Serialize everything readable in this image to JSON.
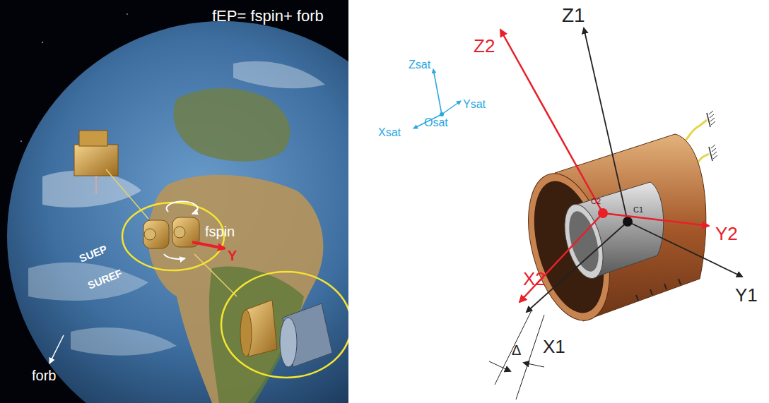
{
  "diagram": {
    "labels": [
      "fEP= fspin+ forb",
      "fspin",
      "SUEP",
      "SUREF",
      "Y",
      "forb",
      "Z1",
      "Z2",
      "Zsat",
      "Ysat",
      "Xsat",
      "Osat",
      "C2",
      "C1",
      "Y2",
      "Y1",
      "X2",
      "X1",
      "Δ"
    ]
  }
}
